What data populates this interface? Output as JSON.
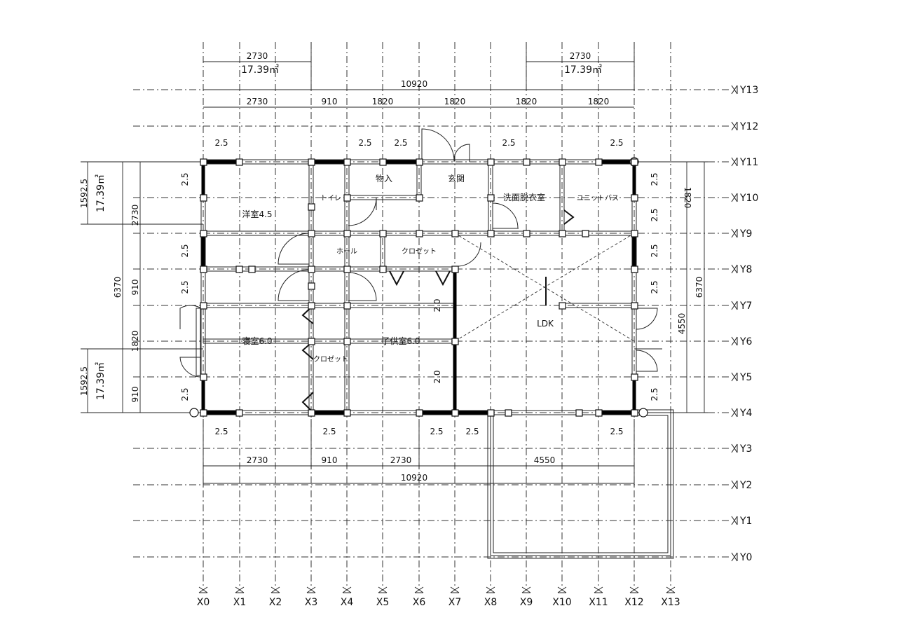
{
  "axes": {
    "x": [
      "X0",
      "X1",
      "X2",
      "X3",
      "X4",
      "X5",
      "X6",
      "X7",
      "X8",
      "X9",
      "X10",
      "X11",
      "X12",
      "X13"
    ],
    "y": [
      "Y0",
      "Y1",
      "Y2",
      "Y3",
      "Y4",
      "Y5",
      "Y6",
      "Y7",
      "Y8",
      "Y9",
      "Y10",
      "Y11",
      "Y12",
      "Y13"
    ]
  },
  "top_dims": {
    "left_block": "2730",
    "left_area": "17.39㎡",
    "right_block": "2730",
    "right_area": "17.39㎡",
    "overall": "10920",
    "segments": [
      "2730",
      "910",
      "1820",
      "1820",
      "1820",
      "1820"
    ]
  },
  "bottom_dims": {
    "segments": [
      "2730",
      "910",
      "2730",
      "4550"
    ],
    "overall": "10920"
  },
  "left_dims": {
    "area_top_len": "1592.5",
    "area_top": "17.39㎡",
    "area_bottom_len": "1592.5",
    "area_bottom": "17.39㎡",
    "segments": [
      "2730",
      "910",
      "1820",
      "910"
    ],
    "overall": "6370"
  },
  "right_dims": {
    "top": "1820",
    "middle": "4550",
    "overall": "6370"
  },
  "wall_ratios": {
    "top": [
      "2.5",
      "2.5",
      "2.5",
      "2.5",
      "2.5"
    ],
    "bottom": [
      "2.5",
      "2.5",
      "2.5",
      "2.5",
      "2.5"
    ],
    "left": [
      "2.5",
      "2.5",
      "2.5",
      "2.5"
    ],
    "right": [
      "2.5",
      "2.5",
      "2.5",
      "2.5",
      "2.5"
    ],
    "interior": [
      "2.0",
      "2.0"
    ]
  },
  "rooms": {
    "storage": "物入",
    "entrance": "玄関",
    "toilet": "トイレ",
    "washroom": "洗面脱衣室",
    "bath": "ユニットバス",
    "western_room": "洋室4.5",
    "hall": "ホール",
    "closet_1": "クロゼット",
    "ldk": "LDK",
    "bedroom": "寝室6.0",
    "kids_room": "子供室6.0",
    "closet_2": "クロゼット"
  }
}
